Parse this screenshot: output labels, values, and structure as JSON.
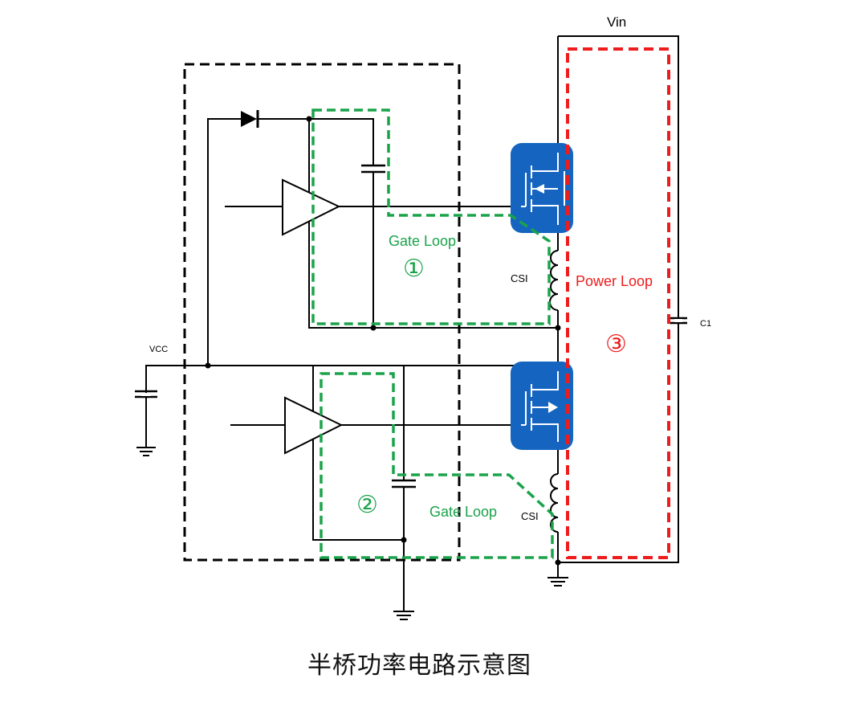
{
  "labels": {
    "vin": "Vin",
    "vcc": "VCC",
    "c1": "C1",
    "csi_top": "CSI",
    "csi_bottom": "CSI",
    "gate_loop_top": "Gate Loop",
    "gate_loop_bottom": "Gate Loop",
    "power_loop": "Power Loop",
    "loop1_marker": "①",
    "loop2_marker": "②",
    "loop3_marker": "③"
  },
  "caption": "半桥功率电路示意图",
  "colors": {
    "wire": "#000000",
    "gate_loop": "#1aa34a",
    "power_loop": "#ee1c1c",
    "mosfet": "#1565c0",
    "driver_boundary": "#000000"
  }
}
